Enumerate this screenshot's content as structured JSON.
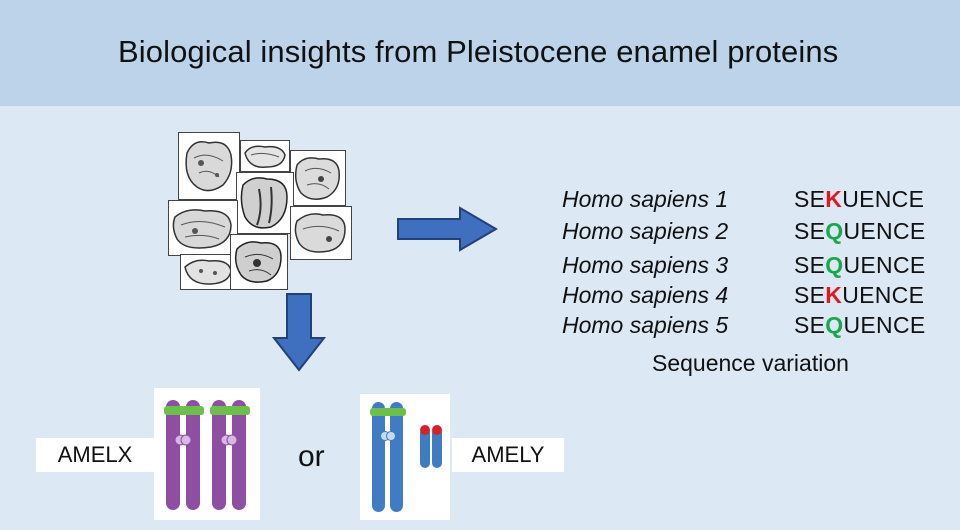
{
  "title": "Biological insights from Pleistocene enamel proteins",
  "sequences": [
    {
      "species": "Homo sapiens 1",
      "prefix": "SE",
      "residue": "K",
      "suffix": "UENCE",
      "residue_color": "#e0191e"
    },
    {
      "species": "Homo sapiens 2",
      "prefix": "SE",
      "residue": "Q",
      "suffix": "UENCE",
      "residue_color": "#19a84a"
    },
    {
      "species": "Homo sapiens 3",
      "prefix": "SE",
      "residue": "Q",
      "suffix": "UENCE",
      "residue_color": "#19a84a"
    },
    {
      "species": "Homo sapiens 4",
      "prefix": "SE",
      "residue": "K",
      "suffix": "UENCE",
      "residue_color": "#e0191e"
    },
    {
      "species": "Homo sapiens 5",
      "prefix": "SE",
      "residue": "Q",
      "suffix": "UENCE",
      "residue_color": "#19a84a"
    }
  ],
  "sequence_caption": "Sequence variation",
  "chromosomes": {
    "x_label": "AMELX",
    "or_text": "or",
    "y_label": "AMELY",
    "x_color": "#8e4fa3",
    "y_color": "#3f7cc4",
    "band_color": "#6dbf4b",
    "y_tip_color": "#d6202a"
  },
  "colors": {
    "header_bg": "#bcd3ea",
    "body_bg": "#dce8f4",
    "arrow_fill": "#3f6fbf",
    "arrow_stroke": "#22407a"
  },
  "icons": [
    "tooth-photo-icon",
    "right-arrow-icon",
    "down-arrow-icon",
    "x-chromosome-icon",
    "y-chromosome-icon"
  ]
}
